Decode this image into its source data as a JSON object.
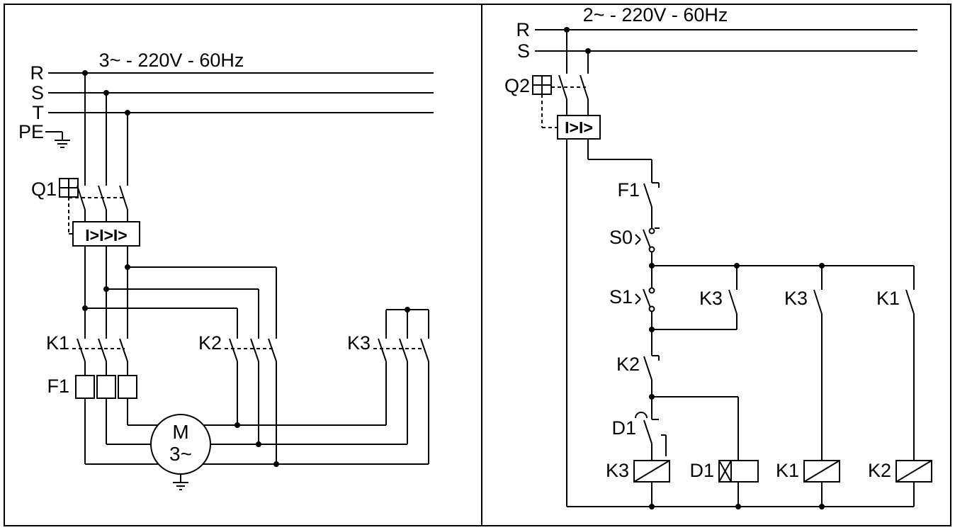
{
  "colors": {
    "ink": "#000000",
    "paper": "#ffffff"
  },
  "left_panel": {
    "title": "3~ - 220V - 60Hz",
    "phases": {
      "r": "R",
      "s": "S",
      "t": "T",
      "pe": "PE"
    },
    "breaker": {
      "label": "Q1",
      "trip": "I>I>I>"
    },
    "contactors": {
      "k1": "K1",
      "k2": "K2",
      "k3": "K3"
    },
    "overload_relay": "F1",
    "motor": {
      "label": "M",
      "system": "3~"
    }
  },
  "right_panel": {
    "title": "2~ - 220V - 60Hz",
    "phases": {
      "r": "R",
      "s": "S"
    },
    "breaker": {
      "label": "Q2",
      "trip": "I>I>"
    },
    "contacts": {
      "f1_overload_nc": "F1",
      "s0_stop": "S0",
      "s1_start": "S1",
      "k3_seal": "K3",
      "k2_interlock": "K2",
      "d1_timed": "D1",
      "k3_aux": "K3",
      "k1_aux": "K1"
    },
    "coils": {
      "k3": "K3",
      "d1": "D1",
      "k1": "K1",
      "k2": "K2"
    }
  }
}
